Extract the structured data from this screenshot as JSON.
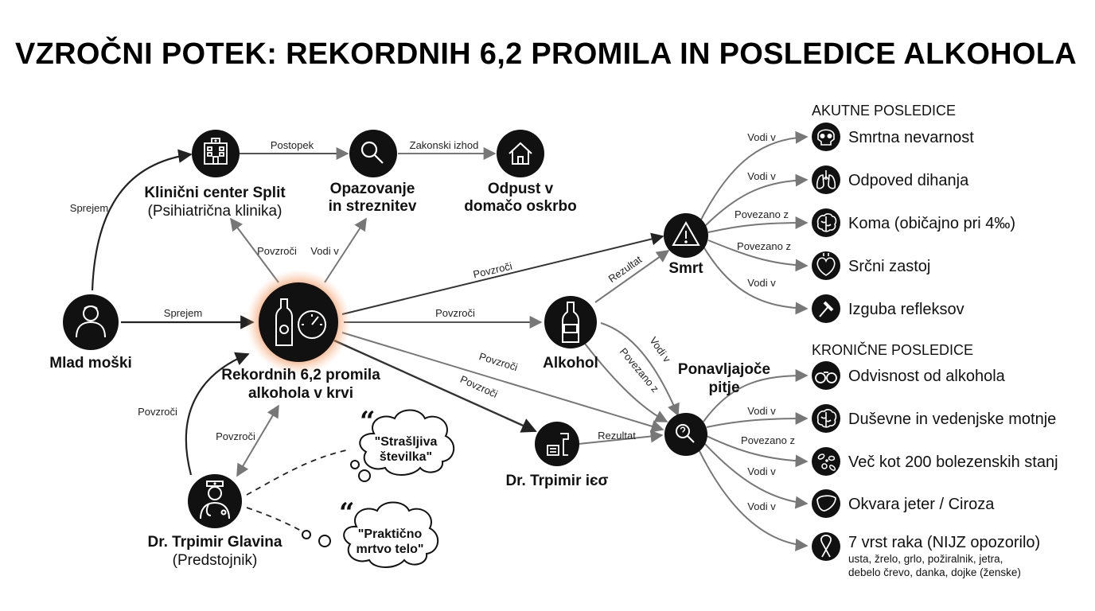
{
  "title": "VZROČNI POTEK: REKORDNIH 6,2 PROMILA IN POSLEDICE ALKOHOLA",
  "nodes": {
    "young_man": {
      "label": "Mlad moški"
    },
    "kcs": {
      "label_bold": "Klinični center Split",
      "label_sub": "(Psihiatrična klinika)"
    },
    "observation": {
      "line1": "Opazovanje",
      "line2": "in streznitev"
    },
    "discharge": {
      "line1": "Odpust v",
      "line2": "domačo oskrbo"
    },
    "center": {
      "line1": "Rekordnih 6,2 promila",
      "line2": "alkohola v krvi"
    },
    "doctor": {
      "label_bold": "Dr. Trpimir Glavina",
      "label_sub": "(Predstojnik)"
    },
    "alcohol": {
      "label": "Alkohol"
    },
    "dr_small": {
      "label": "Dr.  Trpimir iєσ"
    },
    "death": {
      "label": "Smrt"
    },
    "repeated": {
      "line1": "Ponavljajoče",
      "line2": "pitje"
    }
  },
  "quotes": [
    {
      "line1": "\"Strašljiva",
      "line2": "številka\""
    },
    {
      "line1": "\"Praktično",
      "line2": "mrtvo telo\""
    }
  ],
  "edge_labels": {
    "man_kcs": "Sprejem",
    "man_center": "Sprejem",
    "kcs_obs": "Postopek",
    "obs_discharge": "Zakonski izhod",
    "center_kcs": "Povzroči",
    "center_obs": "Vodi v",
    "doctor_center_outer": "Povzroči",
    "doctor_center_inner": "Povzroči",
    "center_death": "Povzroči",
    "center_alcohol": "Povzroči",
    "center_repeated": "Povzroči",
    "center_drsmall": "Povzroči",
    "alcohol_death": "Rezultat",
    "alcohol_repeated_a": "Vodi v",
    "alcohol_repeated_b": "Povezano z",
    "drsmall_repeated": "Rezultat"
  },
  "acute": {
    "heading": "AKUTNE POSLEDICE",
    "items": [
      {
        "label": "Smrtna nevarnost",
        "icon": "skull-icon",
        "edge": "Vodi v"
      },
      {
        "label": "Odpoved dihanja",
        "icon": "lungs-icon",
        "edge": "Vodi v"
      },
      {
        "label": "Koma (običajno pri 4‰)",
        "icon": "brain-icon",
        "edge": "Povezano z"
      },
      {
        "label": "Srčni zastoj",
        "icon": "heart-icon",
        "edge": "Povezano z"
      },
      {
        "label": "Izguba refleksov",
        "icon": "reflex-hammer-icon",
        "edge": "Vodi v"
      }
    ]
  },
  "chronic": {
    "heading": "KRONIČNE POSLEDICE",
    "items": [
      {
        "label": "Odvisnost od alkohola",
        "icon": "handcuffs-icon",
        "edge": ""
      },
      {
        "label": "Duševne in vedenjske motnje",
        "icon": "brain-icon",
        "edge": "Vodi v"
      },
      {
        "label": "Več kot 200 bolezenskih stanj",
        "icon": "bacteria-icon",
        "edge": "Povezano z"
      },
      {
        "label": "Okvara jeter / Ciroza",
        "icon": "liver-icon",
        "edge": "Vodi v"
      },
      {
        "label": "7 vrst raka (NIJZ opozorilo)",
        "icon": "cancer-ribbon-icon",
        "edge": "Vodi v",
        "sub1": "usta, žrelo, grlo, požiralnik, jetra,",
        "sub2": "debelo črevo, danka, dojke (ženske)"
      }
    ]
  }
}
